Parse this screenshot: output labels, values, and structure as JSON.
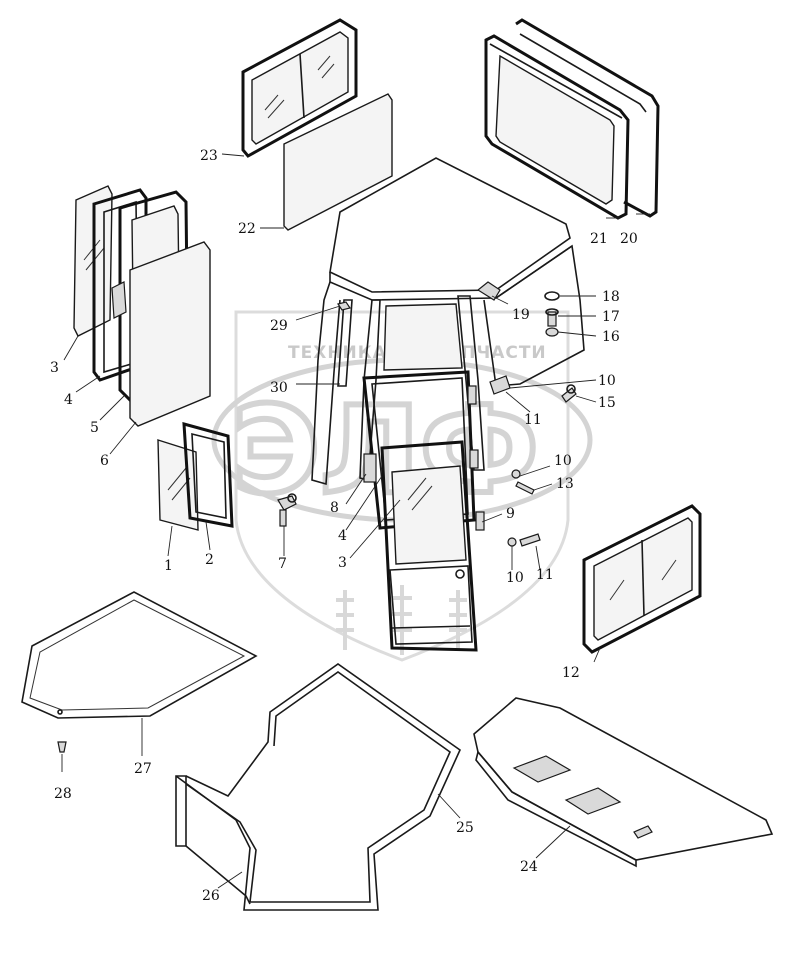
{
  "watermark": {
    "top_text_left": "ТЕХНИКА",
    "top_text_right": "ЗАПЧАСТИ",
    "logo_letters": "ЭЛФ"
  },
  "callouts": [
    {
      "id": "1",
      "label": "1"
    },
    {
      "id": "2",
      "label": "2"
    },
    {
      "id": "3a",
      "label": "3"
    },
    {
      "id": "3b",
      "label": "3"
    },
    {
      "id": "4a",
      "label": "4"
    },
    {
      "id": "4b",
      "label": "4"
    },
    {
      "id": "5",
      "label": "5"
    },
    {
      "id": "6",
      "label": "6"
    },
    {
      "id": "7",
      "label": "7"
    },
    {
      "id": "8",
      "label": "8"
    },
    {
      "id": "9",
      "label": "9"
    },
    {
      "id": "10a",
      "label": "10"
    },
    {
      "id": "10b",
      "label": "10"
    },
    {
      "id": "10c",
      "label": "10"
    },
    {
      "id": "11a",
      "label": "11"
    },
    {
      "id": "11b",
      "label": "11"
    },
    {
      "id": "12",
      "label": "12"
    },
    {
      "id": "13",
      "label": "13"
    },
    {
      "id": "15",
      "label": "15"
    },
    {
      "id": "16",
      "label": "16"
    },
    {
      "id": "17",
      "label": "17"
    },
    {
      "id": "18",
      "label": "18"
    },
    {
      "id": "19",
      "label": "19"
    },
    {
      "id": "20",
      "label": "20"
    },
    {
      "id": "21",
      "label": "21"
    },
    {
      "id": "22",
      "label": "22"
    },
    {
      "id": "23",
      "label": "23"
    },
    {
      "id": "24",
      "label": "24"
    },
    {
      "id": "25",
      "label": "25"
    },
    {
      "id": "26",
      "label": "26"
    },
    {
      "id": "27",
      "label": "27"
    },
    {
      "id": "28",
      "label": "28"
    },
    {
      "id": "29",
      "label": "29"
    },
    {
      "id": "30",
      "label": "30"
    }
  ]
}
